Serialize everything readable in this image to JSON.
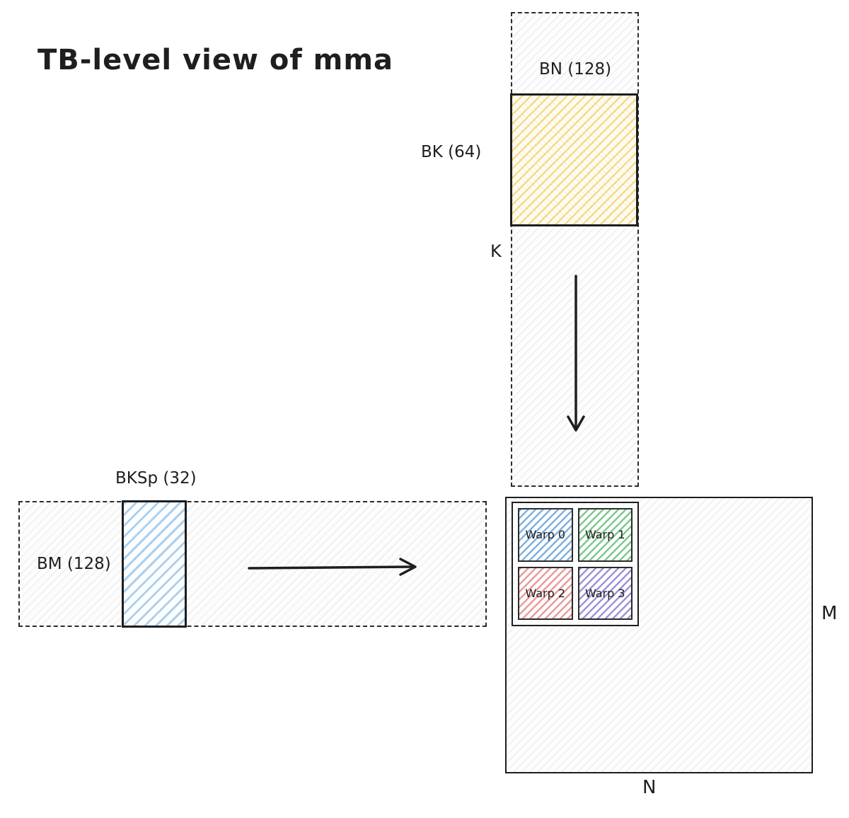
{
  "title": "TB-level view of mma",
  "b_strip": {
    "bn_label": "BN (128)",
    "bk_label": "BK (64)",
    "k_label": "K"
  },
  "a_strip": {
    "bksp_label": "BKSp (32)",
    "bm_label": "BM (128)"
  },
  "c_tile": {
    "m_label": "M",
    "n_label": "N",
    "warps": [
      {
        "label": "Warp 0",
        "color": "#7fb1e0"
      },
      {
        "label": "Warp 1",
        "color": "#7cc98e"
      },
      {
        "label": "Warp 2",
        "color": "#eb9a9a"
      },
      {
        "label": "Warp 3",
        "color": "#9e93db"
      }
    ]
  },
  "colors": {
    "stroke": "#1e1e1e",
    "dashed_stroke": "#2b2b2b",
    "yellow_hatch": "#f3c94b",
    "blue_hatch": "#5ea2da",
    "gray_hatch": "#919baa"
  }
}
